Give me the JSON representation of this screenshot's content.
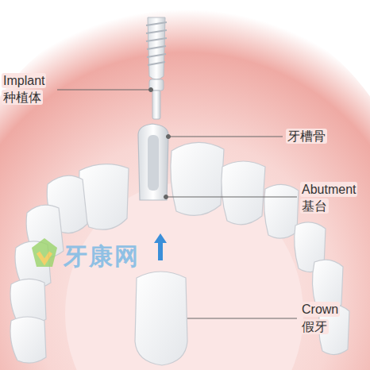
{
  "diagram": {
    "labels": [
      "Implant",
      "种植体",
      "牙槽骨",
      "Abutment",
      "基台",
      "Crown",
      "假牙",
      "牙康网"
    ]
  }
}
